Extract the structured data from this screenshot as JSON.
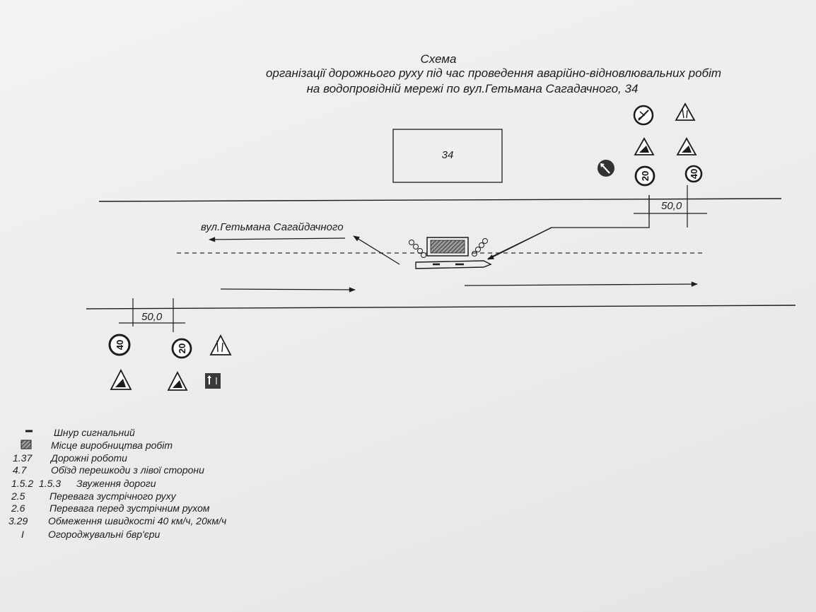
{
  "title": {
    "line1": "Схема",
    "line2": "організації  дорожнього руху під час проведення аварійно-відновлювальних робіт",
    "line3": "на водопровідній мережі по вул.Гетьмана Сагадачного, 34"
  },
  "building": {
    "label": "34"
  },
  "street": {
    "label": "вул.Гетьмана Сагайдачного"
  },
  "distances": {
    "top": "50,0",
    "bottom": "50,0"
  },
  "signs": {
    "speed40": "40",
    "speed20": "20"
  },
  "legend": [
    {
      "code": "",
      "text": "Шнур сигнальний"
    },
    {
      "code": "",
      "text": "Місце виробництва робіт"
    },
    {
      "code": "1.37",
      "text": "Дорожні роботи"
    },
    {
      "code": "4.7",
      "text": "Обїзд перешкоди з лівої  сторони"
    },
    {
      "code": "1.5.2  1.5.3",
      "text": "Звуження дороги"
    },
    {
      "code": "2.5",
      "text": "Перевага зустрічного руху"
    },
    {
      "code": "2.6",
      "text": "Перевага перед зустрічним рухом"
    },
    {
      "code": "3.29",
      "text": "Обмеження швидкості 40 км/ч, 20км/ч"
    },
    {
      "code": "I",
      "text": "Огороджувальні бвр'єри"
    }
  ],
  "colors": {
    "ink": "#1c1c1c",
    "paper": "#eceeed",
    "hatch": "#555555"
  },
  "icons": [
    "work-zone-icon",
    "signal-cord-icon",
    "speed-limit-sign-icon",
    "road-works-sign-icon",
    "narrowing-sign-icon",
    "priority-oncoming-sign-icon",
    "priority-over-oncoming-sign-icon",
    "detour-left-sign-icon"
  ]
}
